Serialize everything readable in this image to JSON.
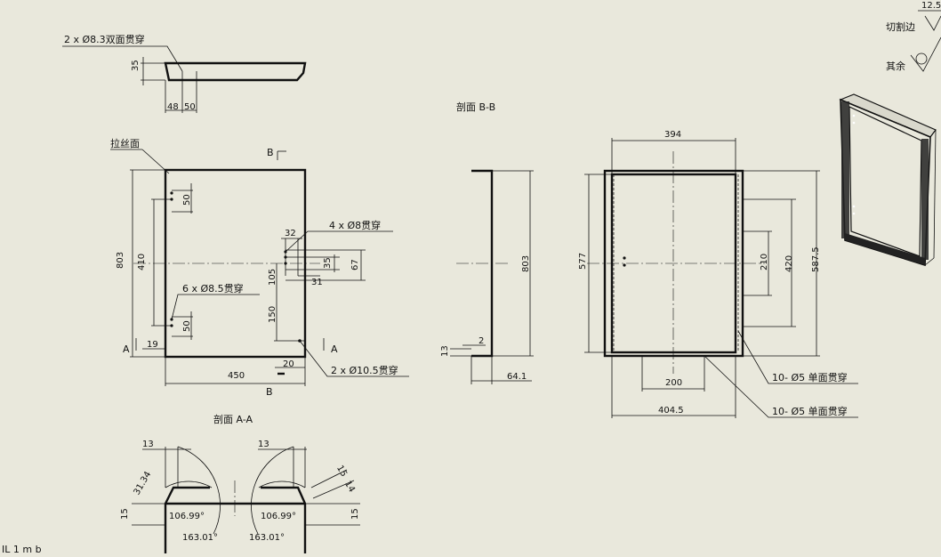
{
  "top_view": {
    "hole_note": "2 x Ø8.3双面贯穿",
    "dims": {
      "height": "35",
      "d1": "48",
      "d2": "50"
    }
  },
  "front_view": {
    "brush_label": "拉丝面",
    "section_mark": "B",
    "section_mark_bottom": "B",
    "arrow_a_left": "A",
    "arrow_a_right": "A",
    "dims": {
      "height": "803",
      "width": "450",
      "inner_h": "410",
      "d50_top": "50",
      "d50_bottom": "50",
      "d19": "19",
      "d32": "32",
      "d35": "35",
      "d67": "67",
      "d31": "31",
      "d105": "105",
      "d150": "150",
      "d20": "20"
    },
    "notes": {
      "hole8": "4 x Ø8贯穿",
      "hole85": "6 x Ø8.5贯穿",
      "hole105": "2 x Ø10.5贯穿"
    }
  },
  "section_bb": {
    "title": "剖面 B-B",
    "dims": {
      "height": "803",
      "d13": "13",
      "d2": "2",
      "d641": "64.1"
    }
  },
  "section_aa": {
    "title": "剖面 A-A",
    "dims": {
      "l13": "13",
      "r13": "13",
      "l3134": "31.34",
      "r15a": "15",
      "r14": "14",
      "l15": "15",
      "r15b": "15",
      "angle_l1": "106.99°",
      "angle_r1": "106.99°",
      "angle_l2": "163.01°",
      "angle_r2": "163.01°"
    }
  },
  "back_view": {
    "dims": {
      "w394": "394",
      "h577": "577",
      "h5875": "587.5",
      "h420": "420",
      "h210": "210",
      "w200": "200",
      "w4045": "404.5"
    },
    "notes": {
      "n1": "10- Ø5 单面贯穿",
      "n2": "10- Ø5 单面贯穿"
    }
  },
  "symbols": {
    "roughness_value": "12.5",
    "cut_edge": "切割边",
    "rest": "其余"
  },
  "bottom_left_text": "IL 1 m b"
}
